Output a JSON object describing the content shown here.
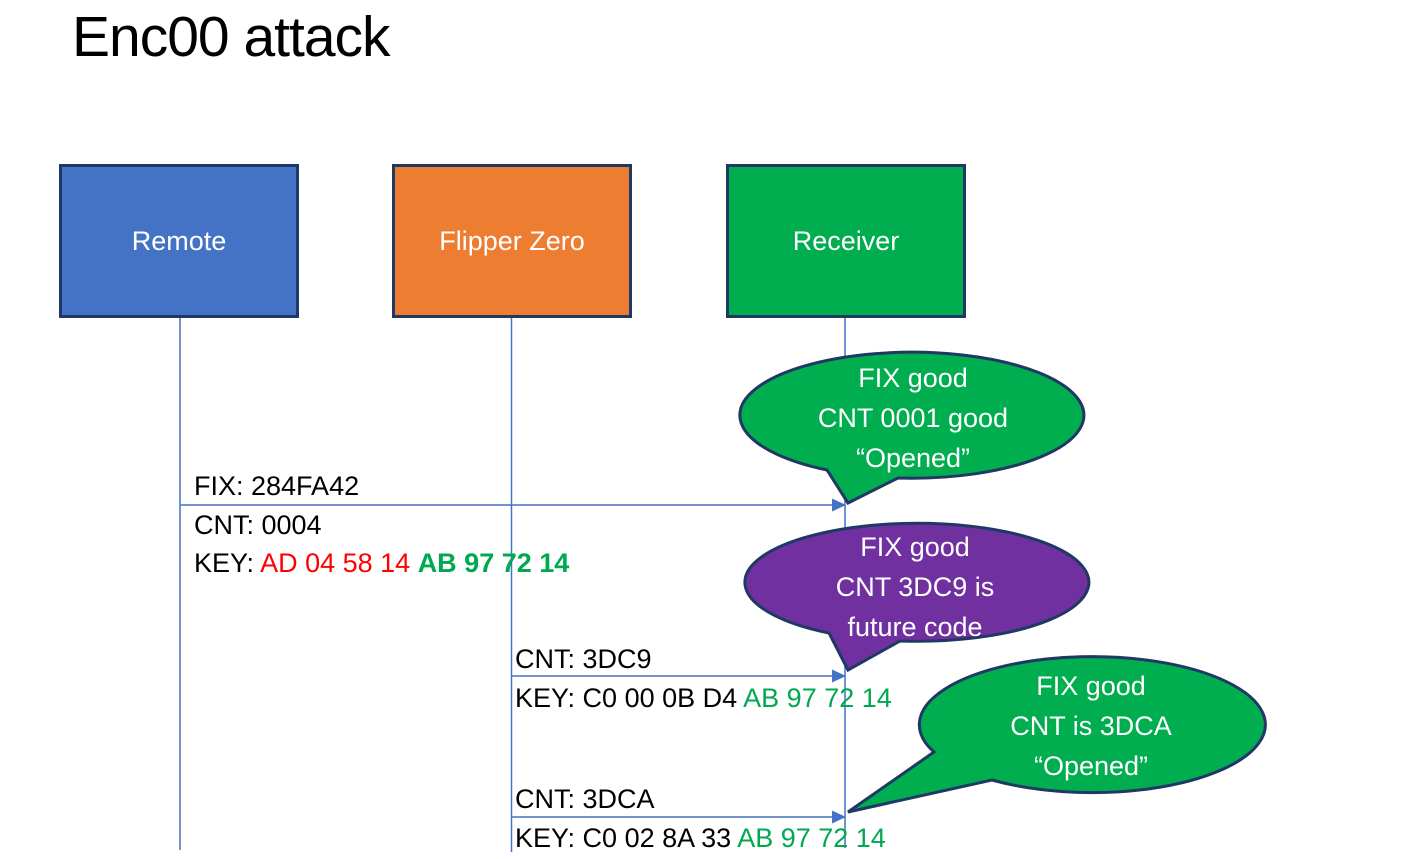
{
  "title": "Enc00 attack",
  "colors": {
    "remote_blue": "#4472C4",
    "flipper_orange": "#ED7D31",
    "receiver_green": "#00AE50",
    "bubble_green": "#00AE50",
    "bubble_purple": "#7030A0",
    "shape_border_navy": "#1F3864",
    "connector_blue": "#4472C4",
    "key_red": "#FF0000",
    "key_green": "#00A850"
  },
  "actors": [
    {
      "label": "Remote"
    },
    {
      "label": "Flipper Zero"
    },
    {
      "label": "Receiver"
    }
  ],
  "messages": [
    {
      "from": "Remote",
      "to": "Receiver",
      "above": "FIX: 284FA42",
      "below_line1": "CNT: 0004",
      "key_prefix": "KEY: ",
      "key_red": "AD 04 58 14 ",
      "key_green": "AB 97 72 14"
    },
    {
      "from": "Flipper Zero",
      "to": "Receiver",
      "above": "CNT: 3DC9",
      "key_prefix": "KEY: ",
      "key_black": "C0 00 0B D4 ",
      "key_green": "AB 97 72 14"
    },
    {
      "from": "Flipper Zero",
      "to": "Receiver",
      "above": "CNT: 3DCA",
      "key_prefix": "KEY: ",
      "key_black": "C0 02 8A 33 ",
      "key_green": "AB 97 72 14"
    }
  ],
  "callouts": [
    {
      "style": "green",
      "lines": [
        "FIX good",
        "CNT 0001 good",
        "“Opened”"
      ]
    },
    {
      "style": "purple",
      "lines": [
        "FIX good",
        "CNT 3DC9 is",
        "future code"
      ]
    },
    {
      "style": "green",
      "lines": [
        "FIX good",
        "CNT is 3DCA",
        "“Opened”"
      ]
    }
  ]
}
